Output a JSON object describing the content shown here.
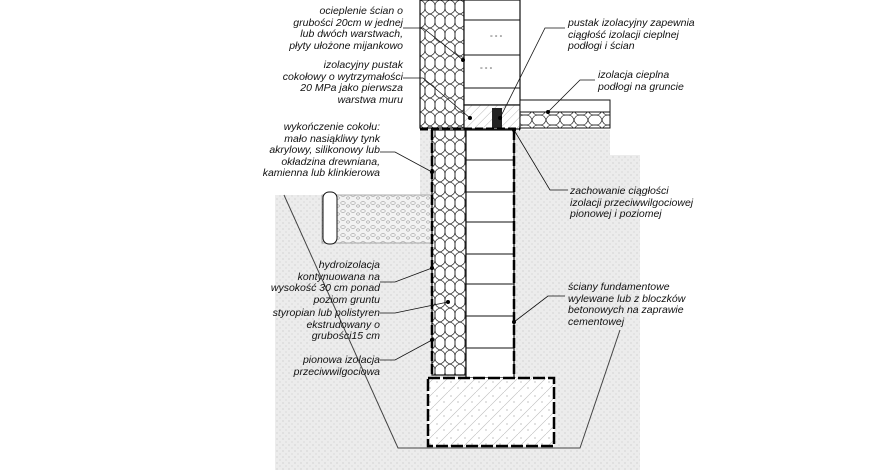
{
  "labels": {
    "wall_insulation": "ocieplenie ścian o\ngrubości 20cm w jednej\nlub dwóch warstwach,\npłyty ułożone mijankowo",
    "plinth_block": "izolacyjny pustak\ncokołowy o wytrzymałości\n20 MPa jako pierwsza\nwarstwa muru",
    "plinth_finish": "wykończenie cokołu:\nmało nasiąkliwy tynk\nakrylowy, silikonowy lub\nokładzina drewniana,\nkamienna lub klinkierowa",
    "waterproofing": "hydroizolacja\nkontynuowana na\nwysokość 30 cm ponad\npoziom gruntu",
    "xps": "styropian lub polistyren\nekstrudowany o\ngrubości15 cm",
    "vertical_damp": "pionowa izolacja\nprzeciwwilgociowa",
    "block_continuity": "pustak izolacyjny zapewnia\nciągłość izolacji cieplnej\npodłogi i ścian",
    "floor_insulation": "izolacja cieplna\npodłogi na gruncie",
    "damp_continuity": "zachowanie ciągłości\nizolacji przeciwwilgociowej\npionowej i poziomej",
    "foundation_walls": "ściany fundamentowe\nwylewane lub z bloczków\nbetonowych na zaprawie\ncementowej"
  },
  "colors": {
    "line": "#000000",
    "soil": "#e9e9e9",
    "hatch": "#8a8a8a",
    "paper": "#ffffff"
  }
}
